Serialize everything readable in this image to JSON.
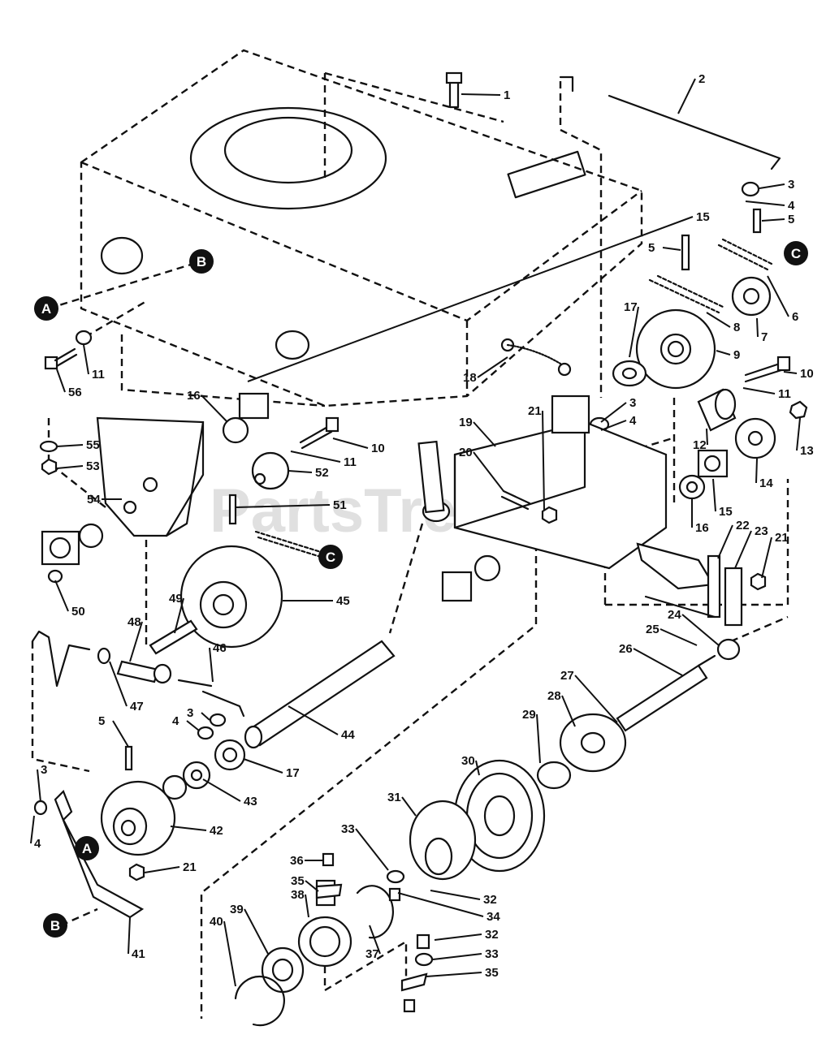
{
  "watermark": "PartsTree",
  "reference_labels": [
    "A",
    "B",
    "C"
  ],
  "part_numbers": [
    "1",
    "2",
    "3",
    "4",
    "5",
    "6",
    "7",
    "8",
    "9",
    "10",
    "11",
    "12",
    "13",
    "14",
    "15",
    "16",
    "17",
    "18",
    "19",
    "20",
    "21",
    "22",
    "23",
    "24",
    "25",
    "26",
    "27",
    "28",
    "29",
    "30",
    "31",
    "32",
    "33",
    "34",
    "35",
    "36",
    "37",
    "38",
    "39",
    "40",
    "41",
    "42",
    "43",
    "44",
    "45",
    "46",
    "47",
    "48",
    "49",
    "50",
    "51",
    "52",
    "53",
    "54",
    "55",
    "56"
  ]
}
